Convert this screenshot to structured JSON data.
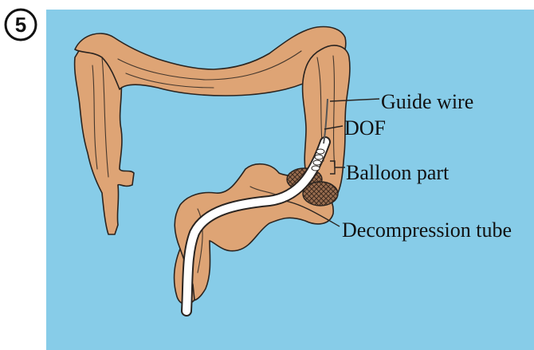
{
  "step_number": "5",
  "labels": {
    "guide_wire": "Guide wire",
    "dof": "DOF",
    "balloon_part": "Balloon part",
    "decompression_tube": "Decompression tube"
  },
  "colors": {
    "background": "#87CCE8",
    "colon": "#DEA475",
    "outline": "#2a2420",
    "tube": "#ffffff",
    "balloon": "#7a5a42"
  }
}
